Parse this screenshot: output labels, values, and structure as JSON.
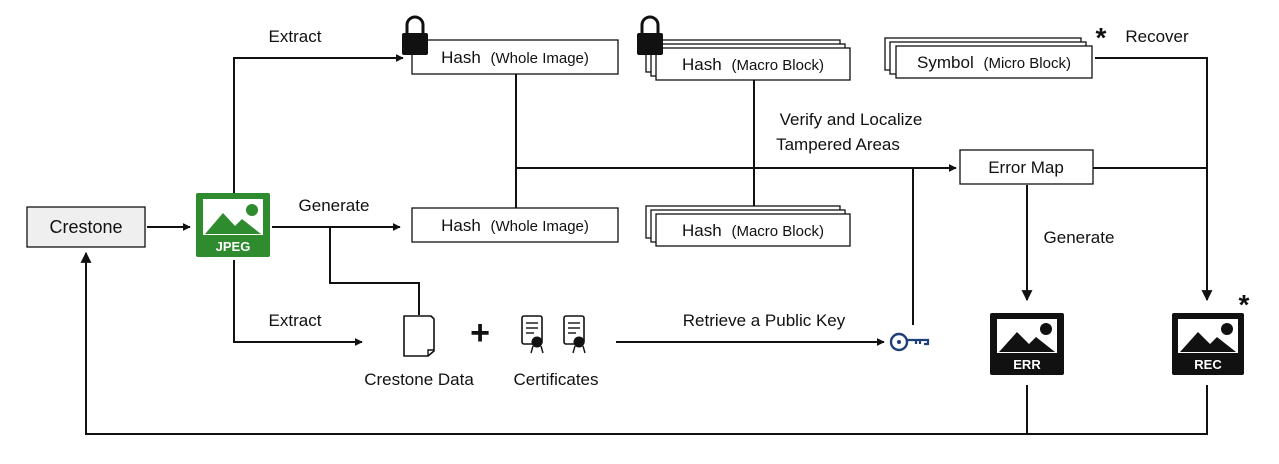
{
  "nodes": {
    "crestone": "Crestone",
    "jpeg_badge": "JPEG",
    "hash_whole_top_main": "Hash",
    "hash_whole_top_sub": "(Whole Image)",
    "hash_macro_top_main": "Hash",
    "hash_macro_top_sub": "(Macro Block)",
    "symbol_main": "Symbol",
    "symbol_sub": "(Micro Block)",
    "hash_whole_mid_main": "Hash",
    "hash_whole_mid_sub": "(Whole Image)",
    "hash_macro_mid_main": "Hash",
    "hash_macro_mid_sub": "(Macro Block)",
    "error_map": "Error Map",
    "err_badge": "ERR",
    "rec_badge": "REC",
    "crestone_data": "Crestone Data",
    "certificates": "Certificates"
  },
  "edges": {
    "extract_top": "Extract",
    "extract_bottom": "Extract",
    "generate_left": "Generate",
    "generate_right": "Generate",
    "recover": "Recover",
    "verify_line1": "Verify and Localize",
    "verify_line2": "Tampered Areas",
    "retrieve_key": "Retrieve a Public Key"
  },
  "marks": {
    "plus": "+",
    "asterisk": "*"
  },
  "colors": {
    "jpeg_green": "#2e8b2e",
    "key_blue": "#1f3f7a",
    "crestone_fill": "#efefef",
    "badge_black": "#111111"
  },
  "icons": [
    "lock-icon",
    "image-icon",
    "document-icon",
    "certificate-icon",
    "key-icon"
  ]
}
